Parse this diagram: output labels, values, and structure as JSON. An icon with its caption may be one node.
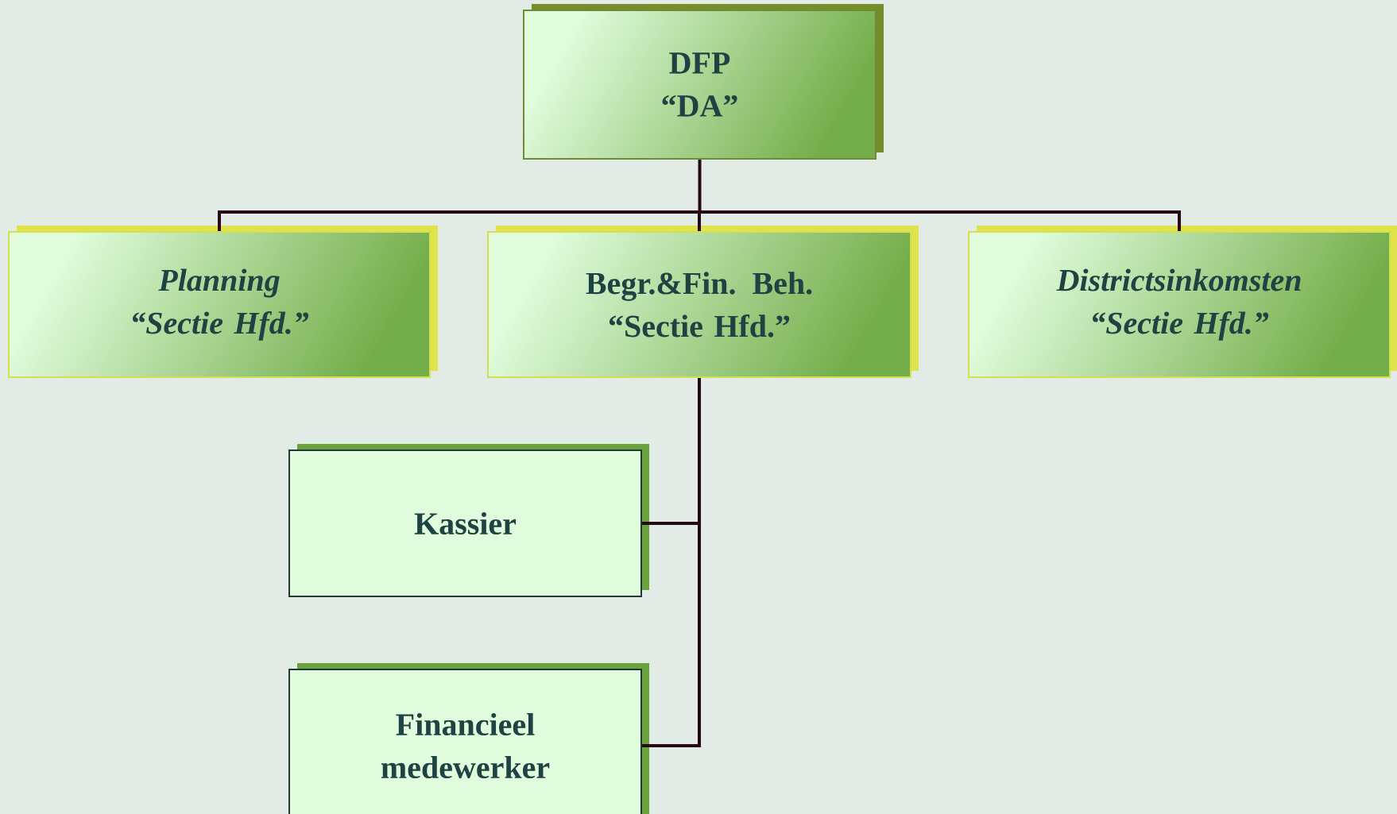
{
  "diagram": {
    "nodes": [
      {
        "text": [
          "DFP",
          "“DA”"
        ]
      },
      {
        "text": [
          "Planning",
          "“Sectie Hfd.”"
        ]
      },
      {
        "text": [
          "Begr.&Fin. Beh.",
          "“Sectie Hfd.”"
        ]
      },
      {
        "text": [
          "Districtsinkomsten",
          "“Sectie Hfd.”"
        ]
      },
      {
        "text": [
          "Kassier"
        ]
      },
      {
        "text": [
          "Financieel medewerker"
        ]
      }
    ],
    "edges": [
      {
        "from": 0,
        "to": 1,
        "arrow": "none"
      },
      {
        "from": 0,
        "to": 2,
        "arrow": "none"
      },
      {
        "from": 0,
        "to": 3,
        "arrow": "none"
      },
      {
        "from": 2,
        "to": 4,
        "arrow": "none"
      },
      {
        "from": 2,
        "to": 5,
        "arrow": "none"
      }
    ]
  }
}
